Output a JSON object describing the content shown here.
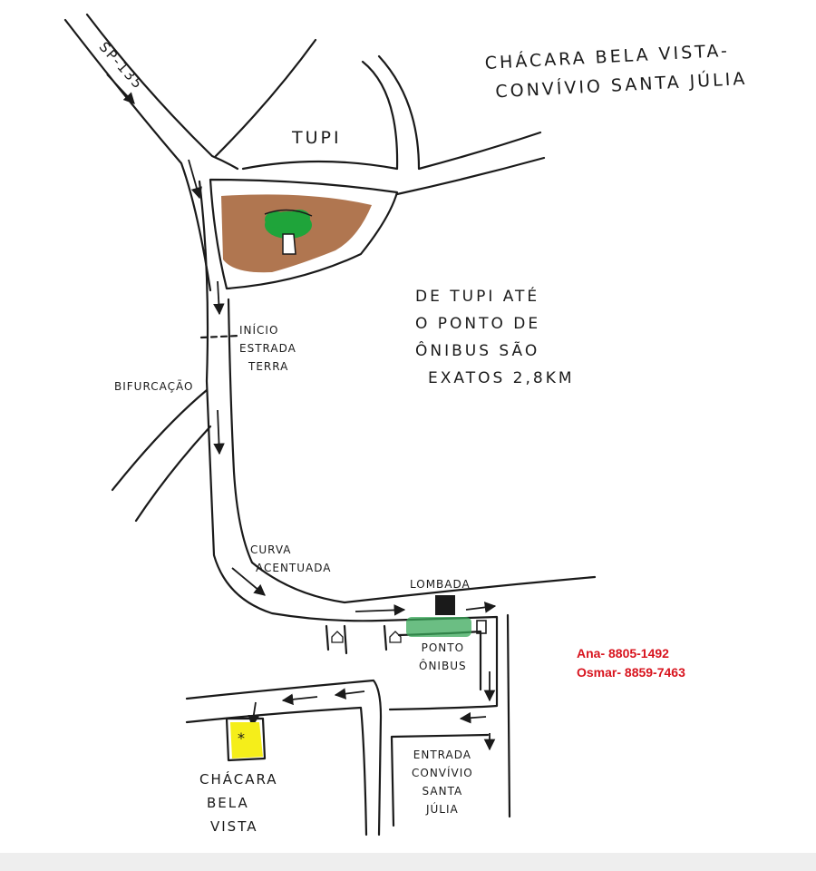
{
  "map": {
    "title": [
      "CHÁCARA BELA VISTA-",
      "CONVÍVIO SANTA JÚLIA"
    ],
    "labels": {
      "highway": "SP-135",
      "town": "TUPI",
      "dirt_road_start": [
        "INÍCIO",
        "ESTRADA",
        "TERRA"
      ],
      "fork": "BIFURCAÇÃO",
      "route_note": [
        "DE TUPI ATÉ",
        "O PONTO DE",
        "ÔNIBUS SÃO",
        "EXATOS 2,8KM"
      ],
      "sharp_curve": [
        "CURVA",
        "ACENTUADA"
      ],
      "speed_bump": "LOMBADA",
      "bus_stop": [
        "PONTO",
        "ÔNIBUS"
      ],
      "entrance": [
        "ENTRADA",
        "CONVÍVIO",
        "SANTA",
        "JÚLIA"
      ],
      "destination": [
        "CHÁCARA",
        "BELA",
        "VISTA"
      ],
      "destination_marker": "*"
    },
    "contacts": [
      "Ana- 8805-1492",
      "Osmar- 8859-7463"
    ],
    "colors": {
      "ink": "#1a1a1a",
      "square_fill": "#b07650",
      "tree_green": "#1fa43a",
      "bus_stop_green": "#3aa85a",
      "destination_yellow": "#f5ee1a",
      "contact_red": "#d8141e"
    }
  }
}
